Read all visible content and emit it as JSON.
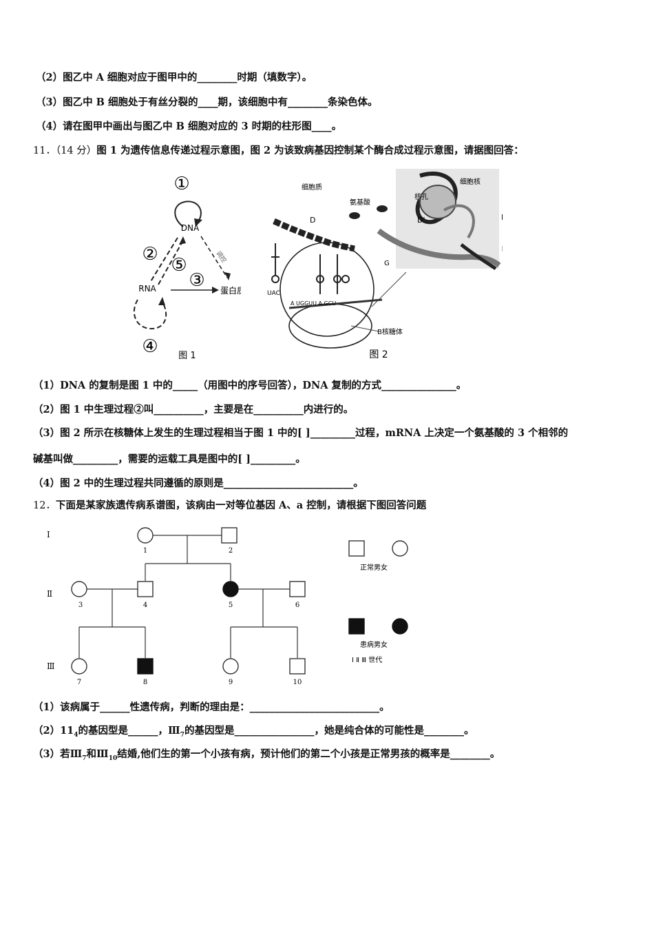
{
  "prev": {
    "q2": "（2）图乙中 A 细胞对应于图甲中的________时期（填数字）。",
    "q3": "（3）图乙中 B 细胞处于有丝分裂的____期，该细胞中有________条染色体。",
    "q4": "（4）请在图甲中画出与图乙中 B 细胞对应的 3 时期的柱形图____。"
  },
  "q11": {
    "number": "11．（14 分）",
    "stem": "图 1 为遗传信息传递过程示意图，图 2 为该致病基因控制某个酶合成过程示意图，请据图回答：",
    "fig1": {
      "n1": "①",
      "n2": "②",
      "n3": "③",
      "n4": "④",
      "n5": "⑤",
      "dna": "DNA",
      "rna": "RNA",
      "protein": "蛋白质",
      "rt": "调控",
      "caption": "图 1"
    },
    "fig2": {
      "cytoplasm": "细胞质",
      "aa": "氨基酸",
      "nucleus": "细胞核",
      "pore": "核孔",
      "D": "D",
      "Dp": "D'",
      "E": "E",
      "F": "F",
      "G": "G",
      "uac": "UAC",
      "ribo": "B核糖体",
      "seq": "A UGGUU A GCU",
      "caption": "图 2"
    },
    "sub1": "（1）DNA 的复制是图 1 中的_____（用图中的序号回答），DNA 复制的方式_______________。",
    "sub2": "（2）图 1 中生理过程②叫__________，主要是在__________内进行的。",
    "sub3a": "（3）图 2 所示在核糖体上发生的生理过程相当于图 1 中的[  ]_________过程，mRNA 上决定一个氨基酸的 3 个相邻的",
    "sub3b": "碱基叫做_________，需要的运载工具是图中的[   ]_________。",
    "sub4": "（4）图 2 中的生理过程共同遵循的原则是__________________________。"
  },
  "q12": {
    "number": "12．",
    "stem": "下面是某家族遗传病系谱图，该病由一对等位基因 A、a 控制，请根据下图回答问题",
    "gen": [
      "Ⅰ",
      "Ⅱ",
      "Ⅲ"
    ],
    "ids": [
      "1",
      "2",
      "3",
      "4",
      "5",
      "6",
      "7",
      "8",
      "9",
      "10"
    ],
    "legend_normal": "正常男女",
    "legend_affected": "患病男女",
    "legend_gen": "Ⅰ Ⅱ Ⅲ 世代",
    "sub1": "（1）该病属于______性遗传病，判断的理由是：__________________________。",
    "sub2a": "（2）11",
    "sub2sub": "4",
    "sub2b": "的基因型是______，Ⅲ",
    "sub2sub2": "7",
    "sub2c": "的基因型是________________，她是纯合体的可能性是________。",
    "sub3a": "（3）若Ⅲ",
    "sub3sub": "7",
    "sub3b": "和Ⅲ",
    "sub3sub2": "10",
    "sub3c": "结婚,他们生的第一个小孩有病，预计他们的第二个小孩是正常男孩的概率是________。"
  }
}
